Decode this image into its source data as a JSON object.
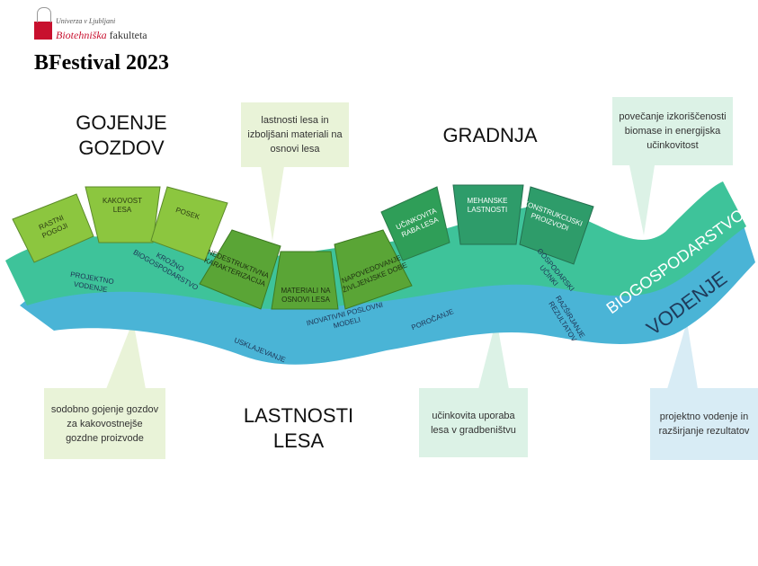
{
  "header": {
    "university": "Univerza v Ljubljani",
    "faculty_red": "Biotehniška",
    "faculty_rest": " fakulteta",
    "event_title": "BFestival 2023"
  },
  "sections": {
    "gojenje": [
      "GOJENJE",
      "GOZDOV"
    ],
    "gradnja": "GRADNJA",
    "lastnosti": [
      "LASTNOSTI",
      "LESA"
    ],
    "biogospodarstvo": "BIOGOSPODARSTVO",
    "vodenje": "VODENJE"
  },
  "callouts": {
    "top_lastnosti": [
      "lastnosti lesa in",
      "izboljšani materiali na",
      "osnovi lesa"
    ],
    "top_biomasa": [
      "povečanje izkoriščenosti",
      "biomase in energijska",
      "učinkovitost"
    ],
    "bottom_gojenje": [
      "sodobno gojenje gozdov",
      "za kakovostnejše",
      "gozdne proizvode"
    ],
    "bottom_uporaba": [
      "učinkovita uporaba",
      "lesa v gradbeništvu"
    ],
    "bottom_vodenje": [
      "projektno vodenje in",
      "razširjanje rezultatov"
    ]
  },
  "tiles": [
    {
      "lines": [
        "RASTNI",
        "POGOJI"
      ]
    },
    {
      "lines": [
        "KAKOVOST",
        "LESA"
      ]
    },
    {
      "lines": [
        "POSEK"
      ]
    },
    {
      "lines": [
        "NEDESTRUKTIVNA",
        "KARAKTERIZACIJA"
      ]
    },
    {
      "lines": [
        "MATERIALI NA",
        "OSNOVI LESA"
      ]
    },
    {
      "lines": [
        "NAPOVEDOVANJE",
        "ŽIVLJENJSKE DOBE"
      ]
    },
    {
      "lines": [
        "UČINKOVITA",
        "RABA LESA"
      ]
    },
    {
      "lines": [
        "MEHANSKE",
        "LASTNOSTI"
      ]
    },
    {
      "lines": [
        "KONSTRUKCIJSKI",
        "PROIZVODI"
      ]
    }
  ],
  "band_labels": [
    {
      "lines": [
        "PROJEKTNO",
        "VODENJE"
      ]
    },
    {
      "lines": [
        "KROŽNO",
        "BIOGOSPODARSTVO"
      ]
    },
    {
      "lines": [
        "USKLAJEVANJE"
      ]
    },
    {
      "lines": [
        "INOVATIVNI POSLOVNI",
        "MODELI"
      ]
    },
    {
      "lines": [
        "POROČANJE"
      ]
    },
    {
      "lines": [
        "GOSPODARSKI",
        "UČINKI"
      ]
    },
    {
      "lines": [
        "RAZŠIRJANJE",
        "REZULTATOV"
      ]
    }
  ],
  "colors": {
    "band_blue": "#4ab4d6",
    "band_teal": "#3ec39a",
    "tile_light": "#8cc63f",
    "tile_mid": "#5aa536",
    "tile_dark_green": "#2f9e58",
    "tile_teal": "#2e9c6a",
    "callout_light_green": "#e9f3d8",
    "callout_mint": "#dcf2e6",
    "callout_blue": "#d8ecf5"
  }
}
